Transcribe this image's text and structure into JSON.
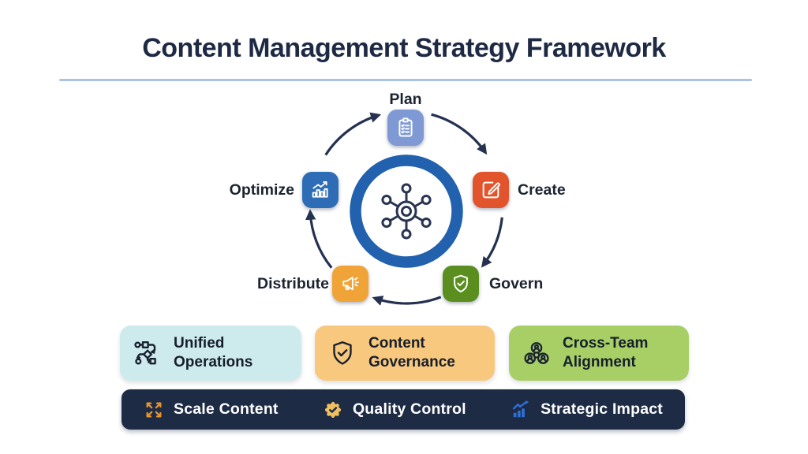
{
  "title": "Content Management Strategy Framework",
  "cycle": {
    "center_icon": "hub-network-icon",
    "ring_color": "#2161ae",
    "arrow_color": "#243150",
    "stages": [
      {
        "label": "Plan",
        "icon": "clipboard-checklist-icon",
        "color": "#7e99d3"
      },
      {
        "label": "Create",
        "icon": "edit-pencil-icon",
        "color": "#e2542c"
      },
      {
        "label": "Govern",
        "icon": "shield-check-icon",
        "color": "#5a8f1f"
      },
      {
        "label": "Distribute",
        "icon": "megaphone-icon",
        "color": "#f0a438"
      },
      {
        "label": "Optimize",
        "icon": "chart-growth-icon",
        "color": "#2e6cb5"
      }
    ]
  },
  "cards": [
    {
      "label": "Unified Operations",
      "icon": "workflow-icon",
      "bg": "#cdeaec"
    },
    {
      "label": "Content Governance",
      "icon": "shield-check-outline-icon",
      "bg": "#f8c87e"
    },
    {
      "label": "Cross-Team Alignment",
      "icon": "team-network-icon",
      "bg": "#a7cf66"
    }
  ],
  "footer": {
    "bg": "#1d2b45",
    "items": [
      {
        "label": "Scale Content",
        "icon": "expand-arrows-icon",
        "icon_color": "#e8962e"
      },
      {
        "label": "Quality Control",
        "icon": "badge-check-icon",
        "icon_color": "#f0c060"
      },
      {
        "label": "Strategic Impact",
        "icon": "bar-chart-arrow-icon",
        "icon_color": "#2f6fd6"
      }
    ]
  }
}
